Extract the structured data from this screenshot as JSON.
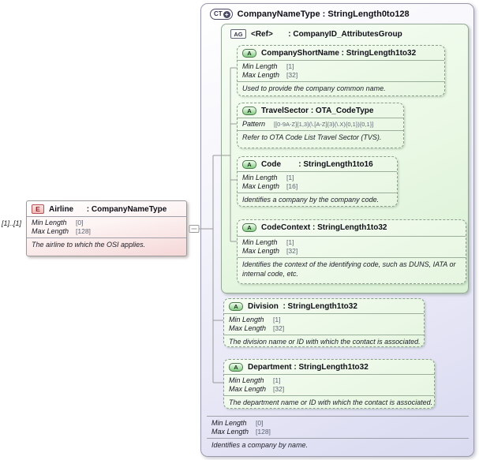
{
  "element": {
    "icon": "E",
    "cardinality": "[1]..[1]",
    "title": "Airline      : CompanyNameType",
    "facets": [
      {
        "name": "Min Length",
        "value": "[0]"
      },
      {
        "name": "Max Length",
        "value": "[128]"
      }
    ],
    "annotation": "The airline to which the OSI applies."
  },
  "complex_type": {
    "icon": "CT",
    "expand_glyph": "+",
    "title": "CompanyNameType : StringLength0to128",
    "facets": [
      {
        "name": "Min Length",
        "value": "[0]"
      },
      {
        "name": "Max Length",
        "value": "[128]"
      }
    ],
    "annotation": "Identifies a company by name.",
    "attribute_group": {
      "icon": "AG",
      "title": "<Ref>       : CompanyID_AttributesGroup",
      "attributes": [
        {
          "icon": "A",
          "title": "CompanyShortName : StringLength1to32",
          "facets": [
            {
              "name": "Min Length",
              "value": "[1]"
            },
            {
              "name": "Max Length",
              "value": "[32]"
            }
          ],
          "annotation": "Used to provide the company common name."
        },
        {
          "icon": "A",
          "title": "TravelSector : OTA_CodeType",
          "facets": [
            {
              "name": "Pattern",
              "value": "[[0-9A-Z]{1,3}(\\.[A-Z]{3}(\\.X){0,1}){0,1}]"
            }
          ],
          "annotation": "Refer to OTA Code List Travel Sector (TVS)."
        },
        {
          "icon": "A",
          "title": "Code        : StringLength1to16",
          "facets": [
            {
              "name": "Min Length",
              "value": "[1]"
            },
            {
              "name": "Max Length",
              "value": "[16]"
            }
          ],
          "annotation": "Identifies a company by the company code."
        },
        {
          "icon": "A",
          "title": "CodeContext : StringLength1to32",
          "facets": [
            {
              "name": "Min Length",
              "value": "[1]"
            },
            {
              "name": "Max Length",
              "value": "[32]"
            }
          ],
          "annotation": "Identifies the context of the identifying code, such as DUNS, IATA or internal code, etc."
        }
      ]
    },
    "attributes": [
      {
        "icon": "A",
        "title": "Division  : StringLength1to32",
        "facets": [
          {
            "name": "Min Length",
            "value": "[1]"
          },
          {
            "name": "Max Length",
            "value": "[32]"
          }
        ],
        "annotation": "The division name or ID with which the contact is associated."
      },
      {
        "icon": "A",
        "title": "Department : StringLength1to32",
        "facets": [
          {
            "name": "Min Length",
            "value": "[1]"
          },
          {
            "name": "Max Length",
            "value": "[32]"
          }
        ],
        "annotation": "The department name or ID with which the contact is associated."
      }
    ]
  }
}
